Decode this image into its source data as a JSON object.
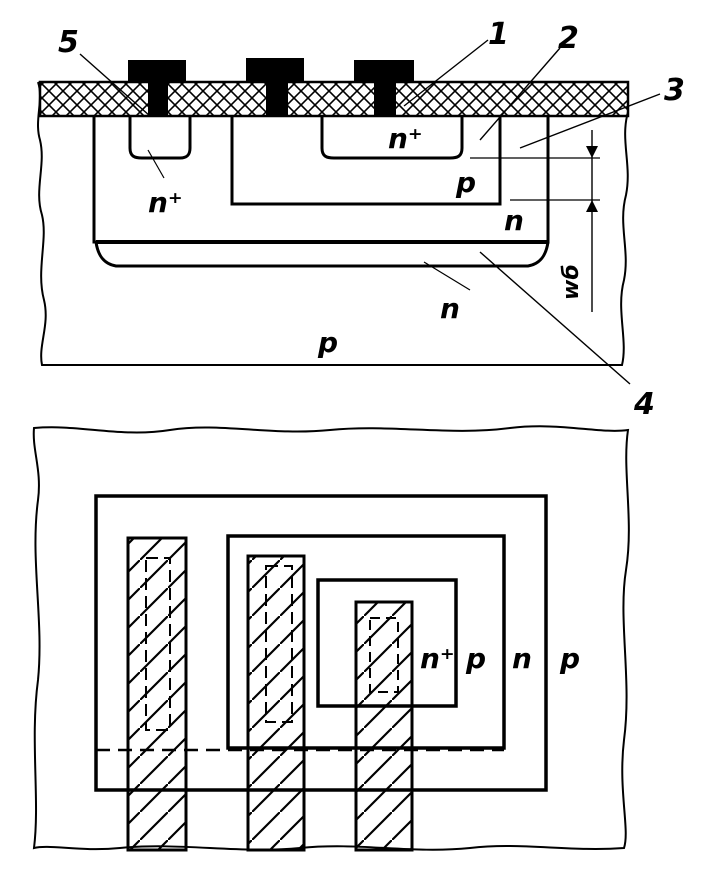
{
  "cross_section": {
    "callouts": [
      "5",
      "1",
      "2",
      "3",
      "4"
    ],
    "regions": {
      "n_plus_emitter_contact": "n⁺",
      "n_plus_left": "n⁺",
      "p_base": "p",
      "n_collector": "n",
      "n_buried": "n",
      "p_substrate": "p"
    },
    "dimension_label": "wб"
  },
  "top_view": {
    "regions": {
      "n_plus": "n⁺",
      "p": "p",
      "n": "n",
      "p_outer": "p"
    }
  },
  "colors": {
    "ink": "#000000",
    "paper": "#ffffff"
  }
}
